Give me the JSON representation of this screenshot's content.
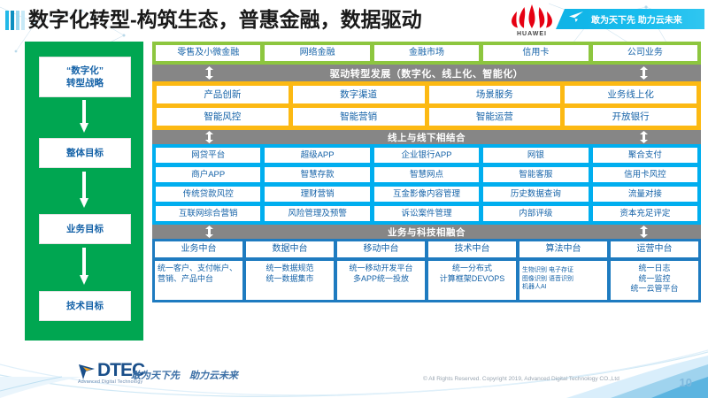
{
  "header": {
    "title": "数字化转型-构筑生态，普惠金融，数据驱动",
    "brand": "HUAWEI",
    "ribbon_text": "敢为天下先 助力云未来"
  },
  "strategy_column": {
    "items": [
      {
        "label": "“数字化”\n转型战略"
      },
      {
        "label": "整体目标"
      },
      {
        "label": "业务目标"
      },
      {
        "label": "技术目标"
      }
    ]
  },
  "business_band": {
    "items": [
      "零售及小微金融",
      "网络金融",
      "金融市场",
      "信用卡",
      "公司业务"
    ]
  },
  "connector_1": {
    "label": "驱动转型发展（数字化、线上化、智能化）"
  },
  "capability_band": {
    "row1": [
      "产品创新",
      "数字渠道",
      "场景服务",
      "业务线上化"
    ],
    "row2": [
      "智能风控",
      "智能营销",
      "智能运营",
      "开放银行"
    ]
  },
  "connector_2": {
    "label": "线上与线下相结合"
  },
  "channel_band": {
    "row1": [
      "网贷平台",
      "超级APP",
      "企业银行APP",
      "网银",
      "聚合支付"
    ],
    "row2": [
      "商户APP",
      "智慧存款",
      "智慧网点",
      "智能客服",
      "信用卡风控"
    ],
    "row3": [
      "传统贷款风控",
      "理财营销",
      "互金影像内容管理",
      "历史数据查询",
      "流量对接"
    ],
    "row4": [
      "互联网综合营销",
      "风险管理及预警",
      "诉讼案件管理",
      "内部评级",
      "资本充足评定"
    ]
  },
  "connector_3": {
    "label": "业务与科技相融合"
  },
  "platform_band": {
    "columns": [
      {
        "head": "业务中台",
        "body": "统一客户、支付帐户、营销、产品中台"
      },
      {
        "head": "数据中台",
        "body": "统一数据规范\n统一数据集市"
      },
      {
        "head": "移动中台",
        "body": "统一移动开发平台\n多APP统一投放"
      },
      {
        "head": "技术中台",
        "body": "统一分布式\n计算框架DEVOPS"
      },
      {
        "head": "算法中台",
        "body": "生物识别 电子存证\n图像识别 语音识别\n机器人AI"
      },
      {
        "head": "运营中台",
        "body": "统一日志\n统一监控\n统一云管平台"
      }
    ]
  },
  "footer": {
    "logo_name": "DTEC",
    "logo_sub": "Advanced Digital Technology",
    "slogan": "敢为天下先　助力云未来",
    "copyright": "© All Rights Reserved. Copyright 2019, Advanced Digital Technology CO.,Ltd",
    "page_number": "10"
  },
  "colors": {
    "green_strategy": "#00a651",
    "green_band": "#8dc63f",
    "orange_band": "#fcb913",
    "blue_band": "#00aeef",
    "blue_dark": "#1e7bc0",
    "gray_connector": "#868686",
    "text_blue": "#1663a8"
  }
}
